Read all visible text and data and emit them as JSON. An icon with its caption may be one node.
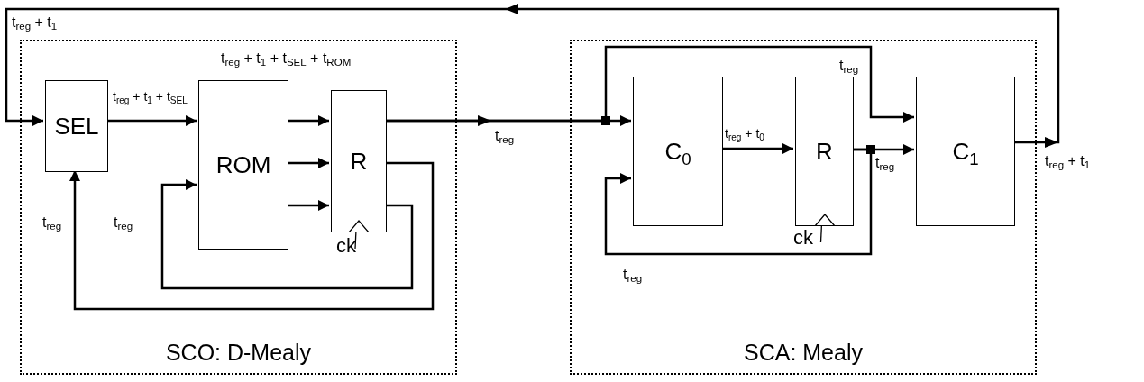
{
  "diagram": {
    "nodes": [
      {
        "text": [
          "SCO: D-Mealy"
        ]
      },
      {
        "text": [
          "SEL"
        ],
        "in": 0
      },
      {
        "text": [
          "ROM"
        ],
        "in": 0
      },
      {
        "text": [
          "R"
        ],
        "in": 0,
        "beside": [
          "ck"
        ]
      },
      {
        "text": [
          "SCA: Mealy"
        ]
      },
      {
        "text": [
          "C$_{0}$"
        ],
        "in": 4
      },
      {
        "text": [
          "R"
        ],
        "in": 4,
        "beside": [
          "ck"
        ]
      },
      {
        "text": [
          "C$_{1}$"
        ],
        "in": 4
      }
    ],
    "edges": [
      {
        "from": 1,
        "to": 2,
        "arrow": "to",
        "label": "t$_{reg}$ + t$_{1}$ + t$_{SEL}$"
      },
      {
        "from": 2,
        "to": 3,
        "arrow": "to",
        "label": "t$_{reg}$ + t$_{1}$ + t$_{SEL}$ + t$_{ROM}$"
      },
      {
        "from": 2,
        "to": 3,
        "arrow": "to"
      },
      {
        "from": 2,
        "to": 3,
        "arrow": "to"
      },
      {
        "from": 3,
        "to": 5,
        "arrow": "to",
        "label": "t$_{reg}$"
      },
      {
        "from": 3,
        "to": 7,
        "arrow": "to",
        "label": "t$_{reg}$"
      },
      {
        "from": 3,
        "to": 2,
        "arrow": "to",
        "label": "t$_{reg}$"
      },
      {
        "from": 3,
        "to": 1,
        "arrow": "to",
        "label": "t$_{reg}$"
      },
      {
        "from": 5,
        "to": 6,
        "arrow": "to",
        "label": "t$_{reg}$ + t$_{0}$"
      },
      {
        "from": 6,
        "to": 7,
        "arrow": "to",
        "label": "t$_{reg}$"
      },
      {
        "from": 6,
        "to": 5,
        "arrow": "to",
        "label": "t$_{reg}$"
      },
      {
        "from": 7,
        "to": 1,
        "arrow": "to",
        "label": "t$_{reg}$ + t$_{1}$"
      }
    ],
    "labels": [
      "t$_{reg}$ + t$_{1}$"
    ]
  }
}
